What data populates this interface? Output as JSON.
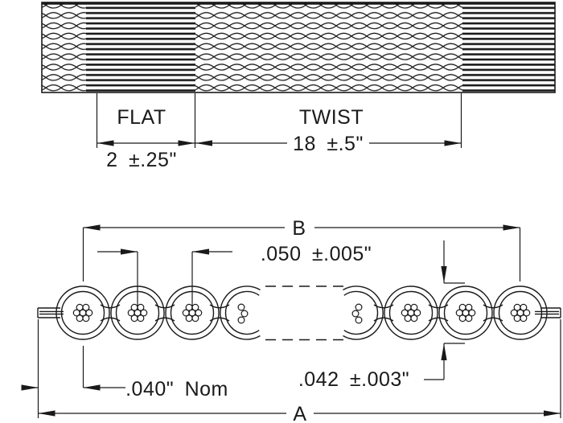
{
  "colors": {
    "line": "#1a1a1a",
    "background": "#ffffff"
  },
  "top_view": {
    "flat_label": "FLAT",
    "flat_dimension": "2 ±.25\"",
    "twist_label": "TWIST",
    "twist_dimension": "18 ±.5\""
  },
  "cross_section": {
    "width_ref": "B",
    "pitch_dimension": ".050 ±.005\"",
    "margin_dimension": ".040\" Nom",
    "thickness_dimension": ".042 ±.003\"",
    "overall_ref": "A"
  }
}
